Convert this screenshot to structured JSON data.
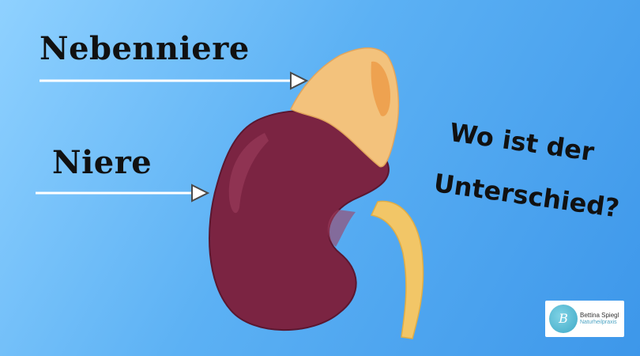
{
  "labels": {
    "adrenal": "Nebenniere",
    "kidney": "Niere",
    "question_line1": "Wo ist der",
    "question_line2": "Unterschied?"
  },
  "logo": {
    "mark": "B",
    "name": "Bettina Spiegl",
    "subtitle": "Naturheilpraxis"
  },
  "colors": {
    "background_top": "#8fd1ff",
    "background_bottom": "#3d97ea",
    "kidney": "#7b2442",
    "adrenal": "#f3c27c",
    "ureter": "#f2c667",
    "arrow": "#ffffff"
  }
}
